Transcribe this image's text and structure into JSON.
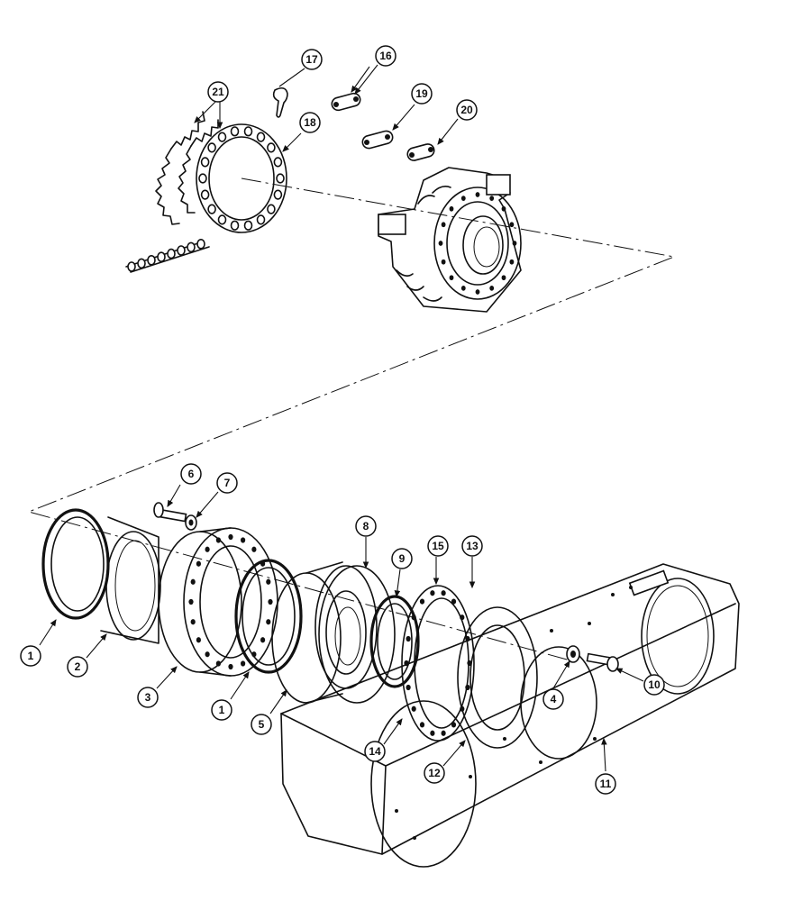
{
  "callouts": [
    {
      "id": "c1a",
      "label": "1"
    },
    {
      "id": "c1b",
      "label": "1"
    },
    {
      "id": "c2",
      "label": "2"
    },
    {
      "id": "c3",
      "label": "3"
    },
    {
      "id": "c4",
      "label": "4"
    },
    {
      "id": "c5",
      "label": "5"
    },
    {
      "id": "c6",
      "label": "6"
    },
    {
      "id": "c7",
      "label": "7"
    },
    {
      "id": "c8",
      "label": "8"
    },
    {
      "id": "c9",
      "label": "9"
    },
    {
      "id": "c10",
      "label": "10"
    },
    {
      "id": "c11",
      "label": "11"
    },
    {
      "id": "c12",
      "label": "12"
    },
    {
      "id": "c13",
      "label": "13"
    },
    {
      "id": "c14",
      "label": "14"
    },
    {
      "id": "c15",
      "label": "15"
    },
    {
      "id": "c16",
      "label": "16"
    },
    {
      "id": "c17",
      "label": "17"
    },
    {
      "id": "c18",
      "label": "18"
    },
    {
      "id": "c19",
      "label": "19"
    },
    {
      "id": "c20",
      "label": "20"
    },
    {
      "id": "c21",
      "label": "21"
    }
  ]
}
